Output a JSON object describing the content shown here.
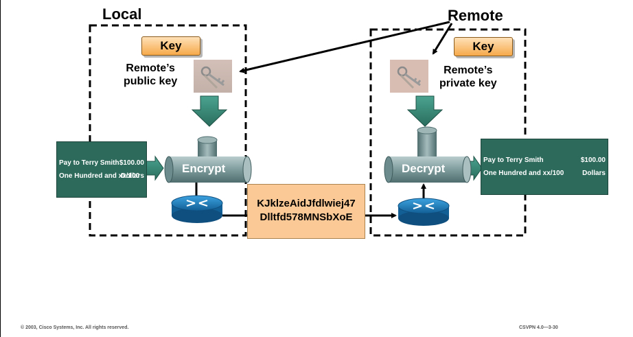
{
  "labels": {
    "local": "Local",
    "remote": "Remote",
    "key_tag_left": "Key",
    "key_tag_right": "Key",
    "remote_public_key": [
      "Remote’s",
      "public key"
    ],
    "remote_private_key": [
      "Remote’s",
      "private key"
    ],
    "encrypt": "Encrypt",
    "decrypt": "Decrypt"
  },
  "check_left": {
    "payee_line": "Pay to Terry Smith",
    "amount": "$100.00",
    "amount_words": "One Hundred and xx/100",
    "currency": "Dollars"
  },
  "check_right": {
    "payee_line": "Pay to Terry Smith",
    "amount": "$100.00",
    "amount_words": "One Hundred and xx/100",
    "currency": "Dollars"
  },
  "ciphertext": {
    "line1": "KJklzeAidJfdlwiej47",
    "line2": "Dlltfd578MNSbXoE"
  },
  "footer": {
    "copyright": "© 2003, Cisco Systems, Inc. All rights reserved.",
    "course_code": "CSVPN 4.0—3-30"
  },
  "colors": {
    "check_bg": "#2d6a5b",
    "key_tab_bg": "#f6a94a",
    "cipher_bg": "#fbc995",
    "arrow_teal": "#3a8a78",
    "pipe": "#7f9c9d",
    "router": "#1f86c8"
  },
  "icons": [
    "keys-photo-icon",
    "router-icon",
    "pipe-icon",
    "down-arrow-icon",
    "right-arrow-icon"
  ]
}
